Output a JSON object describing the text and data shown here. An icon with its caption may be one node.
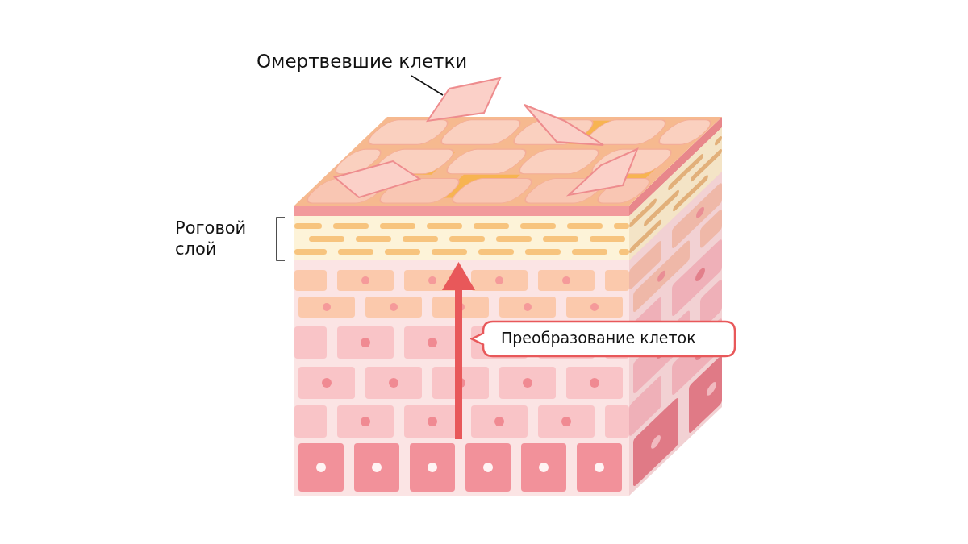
{
  "diagram": {
    "nodes": [
      {
        "text": [
          "Омертвевшие клетки"
        ]
      },
      {
        "text": [],
        "shape": "picture"
      },
      {
        "text": [
          "Преобразование клеток"
        ]
      }
    ],
    "edges": [
      {
        "from": 0,
        "to": 1,
        "arrow": "none"
      }
    ],
    "labels": [
      "Роговой слой"
    ]
  }
}
